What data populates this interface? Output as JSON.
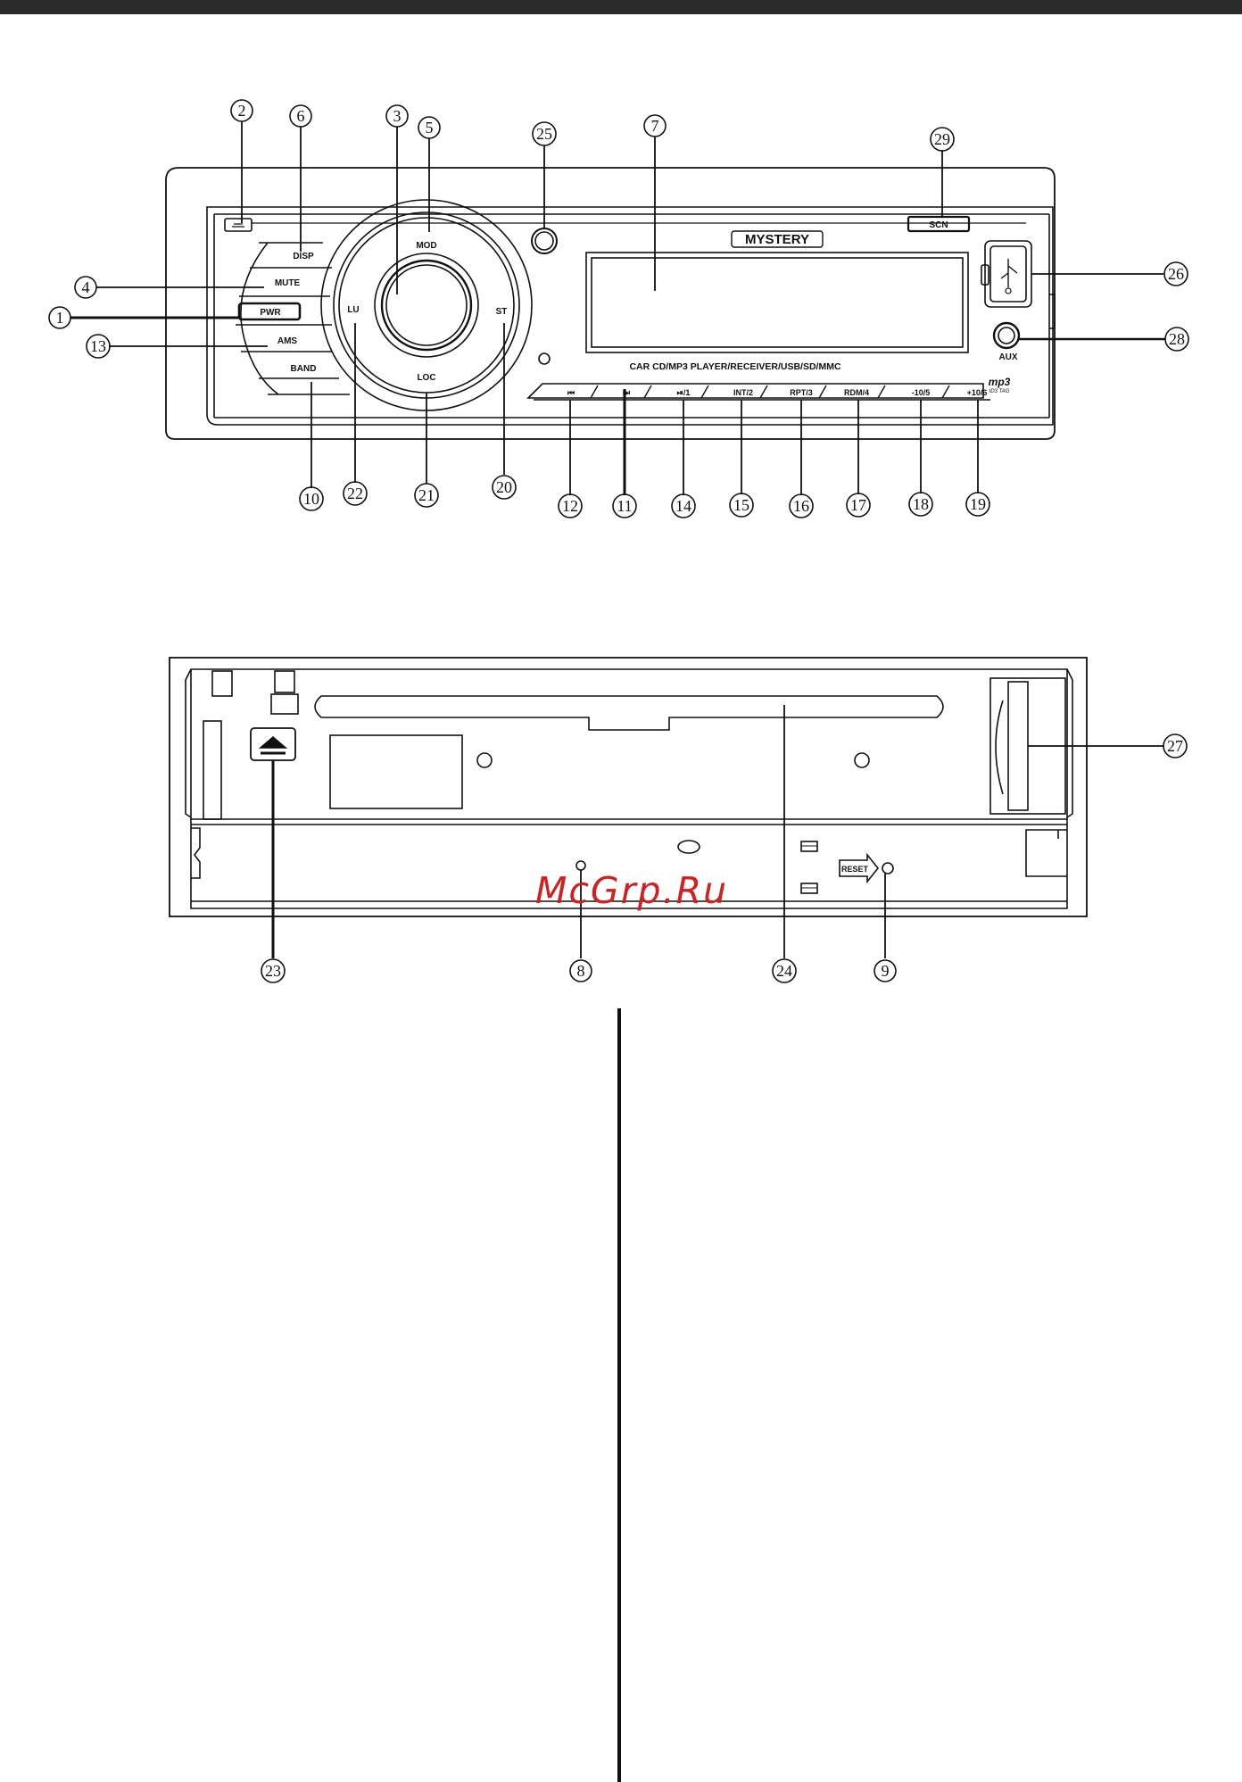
{
  "front_panel": {
    "brand": "MYSTERY",
    "model_text": "CAR CD/MP3 PLAYER/RECEIVER/USB/SD/MMC",
    "mp3_badge": "mp3",
    "id3_badge": "ID3 TAG",
    "aux_label": "AUX",
    "scn_label": "SCN",
    "left_buttons": [
      "DISP",
      "MUTE",
      "PWR",
      "AMS",
      "BAND"
    ],
    "knob_labels": {
      "top": "MOD",
      "left": "LU",
      "right": "ST",
      "bottom": "LOC"
    },
    "bottom_buttons": [
      "⏮",
      "⏭",
      "⏯/1",
      "INT/2",
      "RPT/3",
      "RDM/4",
      "-10/5",
      "+10/6"
    ]
  },
  "back_panel": {
    "reset_label": "RESET"
  },
  "callouts": {
    "c1": "1",
    "c2": "2",
    "c3": "3",
    "c4": "4",
    "c5": "5",
    "c6": "6",
    "c7": "7",
    "c8": "8",
    "c9": "9",
    "c10": "10",
    "c11": "11",
    "c12": "12",
    "c13": "13",
    "c14": "14",
    "c15": "15",
    "c16": "16",
    "c17": "17",
    "c18": "18",
    "c19": "19",
    "c20": "20",
    "c21": "21",
    "c22": "22",
    "c23": "23",
    "c24": "24",
    "c25": "25",
    "c26": "26",
    "c27": "27",
    "c28": "28",
    "c29": "29"
  },
  "watermark": "McGrp.Ru"
}
